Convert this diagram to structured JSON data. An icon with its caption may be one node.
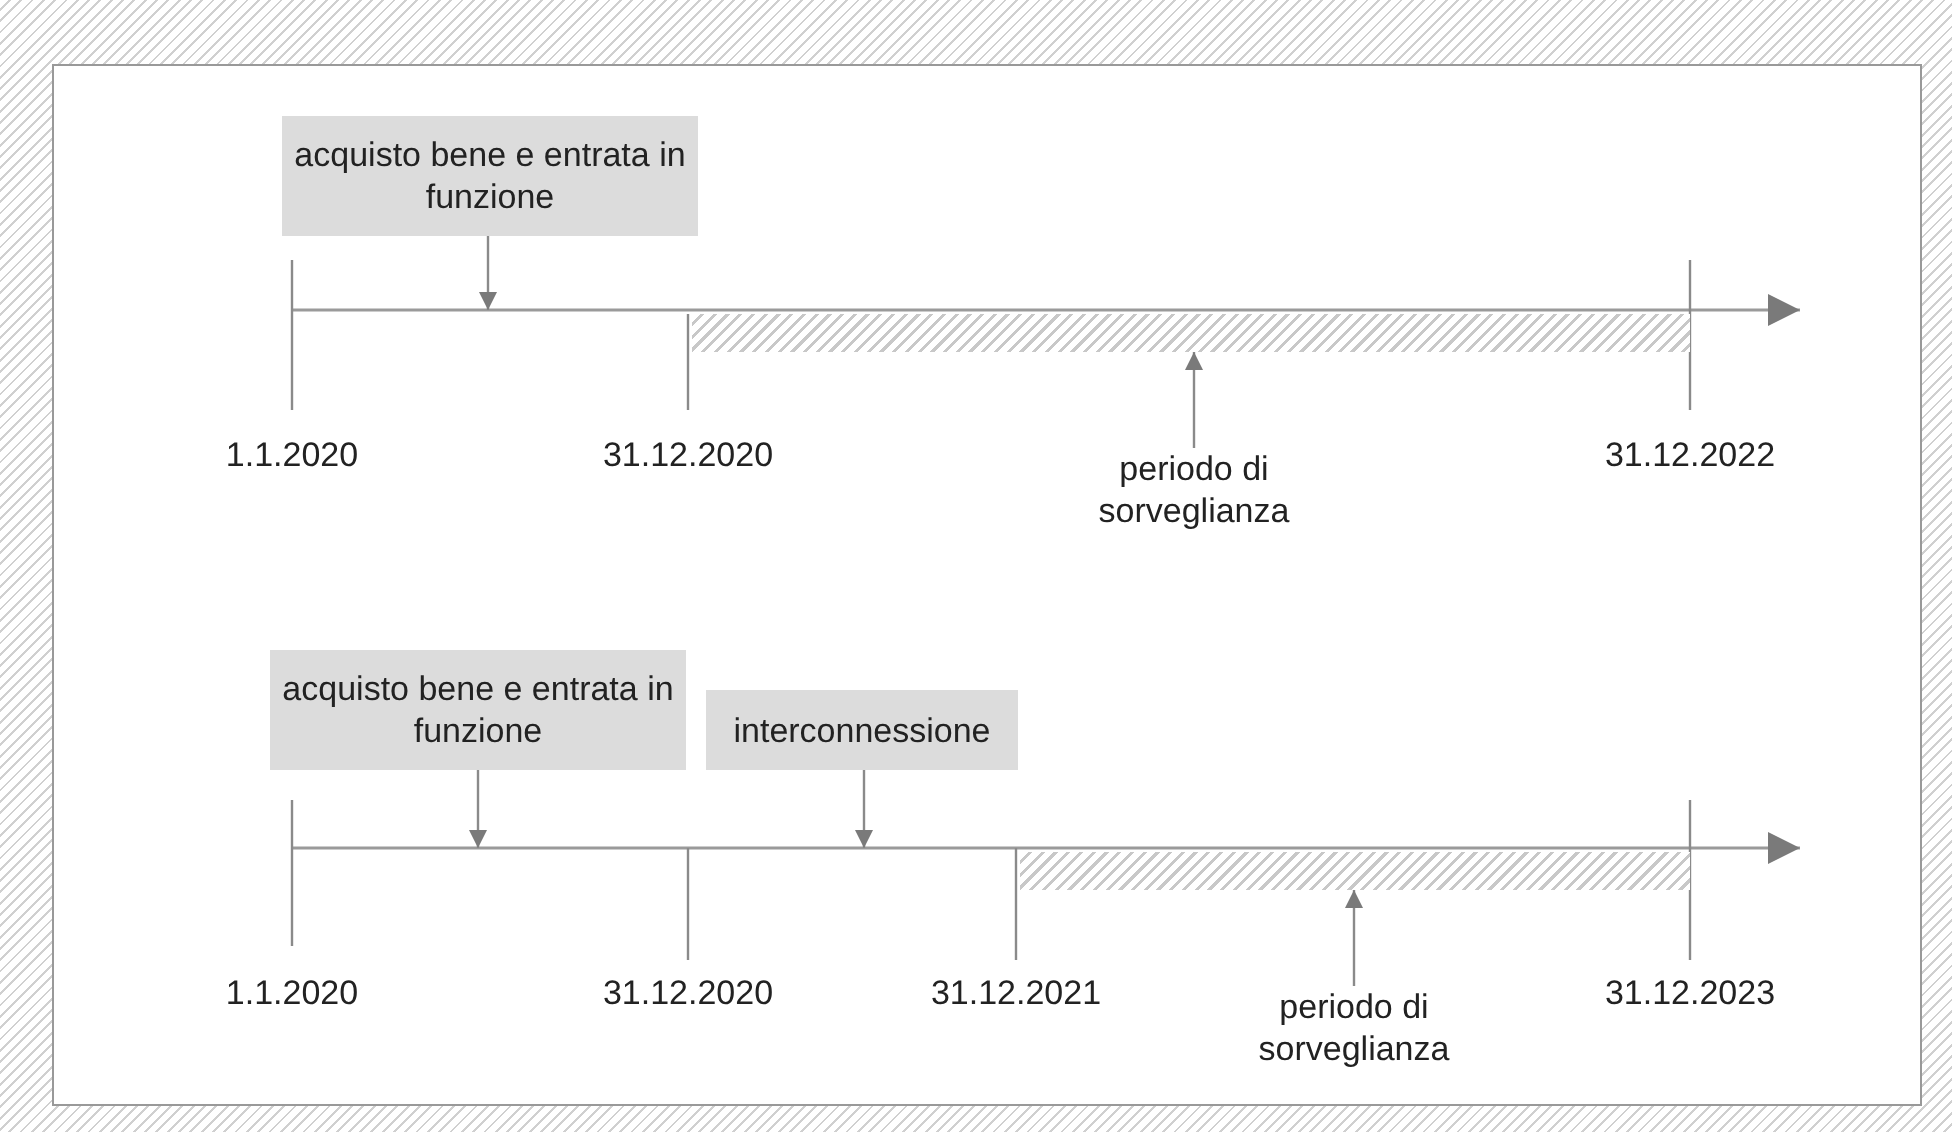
{
  "diagram": {
    "nodes": [
      {
        "text": [
          "acquisto bene e entrata in funzione"
        ]
      },
      {
        "text": [],
        "shape": "bar"
      },
      {
        "text": [
          "periodo di sorveglianza"
        ]
      },
      {
        "text": [
          "acquisto bene e entrata in funzione"
        ]
      },
      {
        "text": [
          "interconnessione"
        ]
      },
      {
        "text": [],
        "shape": "bar"
      },
      {
        "text": [
          "periodo di sorveglianza"
        ]
      }
    ],
    "edges": [
      {
        "from": 0,
        "to": null,
        "arrow": "to"
      },
      {
        "from": 2,
        "to": 1,
        "arrow": "to"
      },
      {
        "from": 3,
        "to": null,
        "arrow": "to"
      },
      {
        "from": 4,
        "to": null,
        "arrow": "to"
      },
      {
        "from": 6,
        "to": 5,
        "arrow": "to"
      }
    ],
    "labels": [
      "1.1.2020",
      "31.12.2020",
      "31.12.2022",
      "1.1.2020",
      "31.12.2020",
      "31.12.2021",
      "31.12.2023"
    ]
  }
}
